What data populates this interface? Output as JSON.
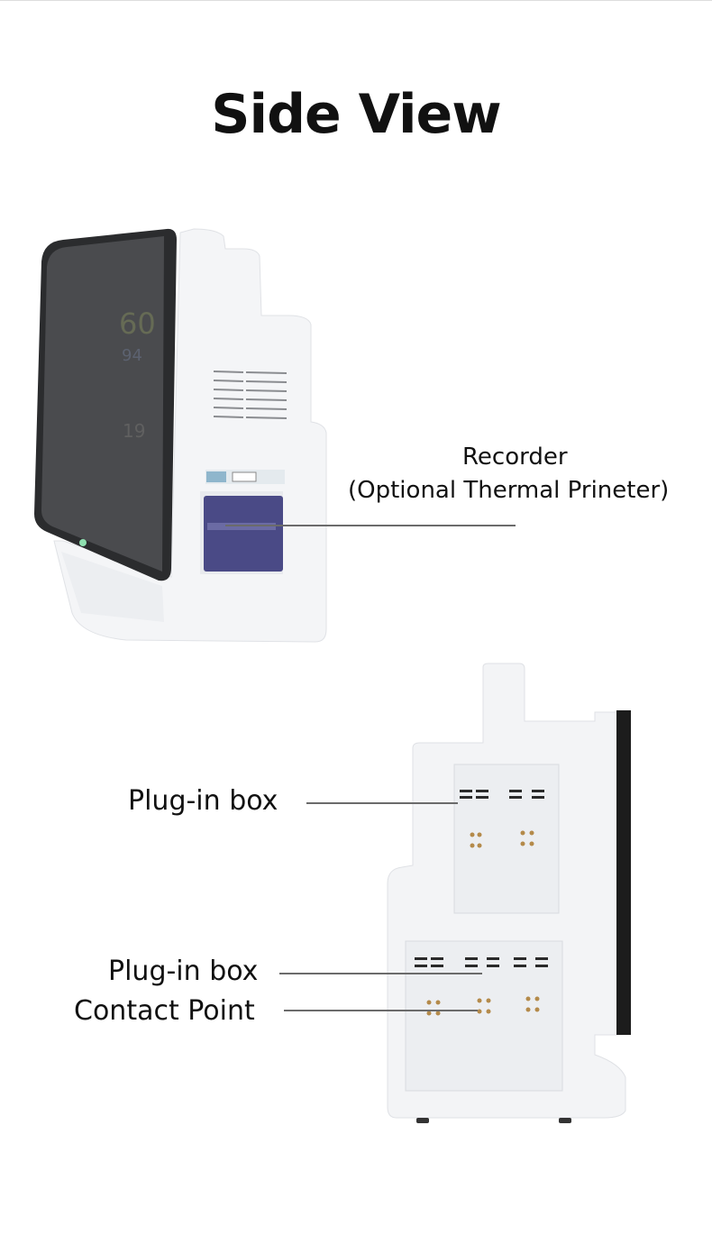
{
  "title": "Side View",
  "callouts": {
    "recorder": {
      "label": "Recorder",
      "sublabel": "(Optional Thermal Prineter)"
    },
    "upper_plugin": {
      "label": "Plug-in box"
    },
    "lower_plugin": {
      "label": "Plug-in box"
    },
    "contact_point": {
      "label": "Contact Point"
    }
  },
  "colors": {
    "printer_door": "#4a4a86",
    "screen": "#3a3b3d",
    "body": "#f3f4f6",
    "leader_line": "#6b6b6b"
  }
}
